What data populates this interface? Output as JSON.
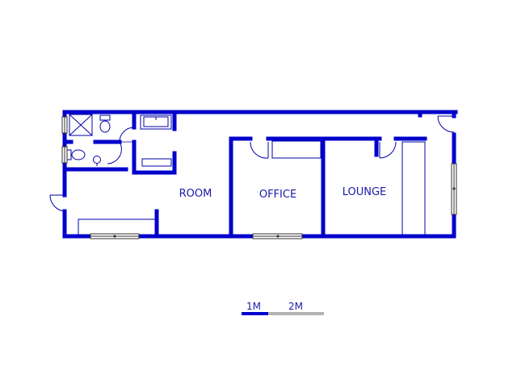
{
  "colors": {
    "wall": "#0000cc",
    "fixture": "#0000aa",
    "fixture_fill": "#bbbbbb",
    "label": "#1a1aa8",
    "scale_dark": "#0000cc",
    "scale_light": "#b3b3b3"
  },
  "rooms": {
    "room": "ROOM",
    "office": "OFFICE",
    "lounge": "LOUNGE"
  },
  "scale_bar": {
    "label_1": "1M",
    "label_2": "2M"
  }
}
